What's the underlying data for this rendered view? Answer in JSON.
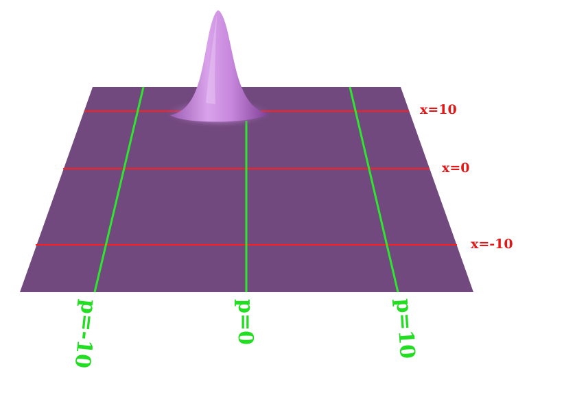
{
  "diagram": {
    "x_labels": [
      "x=10",
      "x=0",
      "x=-10"
    ],
    "p_labels": [
      "p=-10",
      "p=0",
      "p=10"
    ],
    "colors": {
      "plane": "#72497f",
      "x_lines": "#ff1f1f",
      "p_lines": "#2ee62e",
      "peak_light": "#d69be6",
      "peak_dark": "#8d4aa6",
      "x_label_text": "#e01818",
      "p_label_text": "#22dd22"
    }
  }
}
